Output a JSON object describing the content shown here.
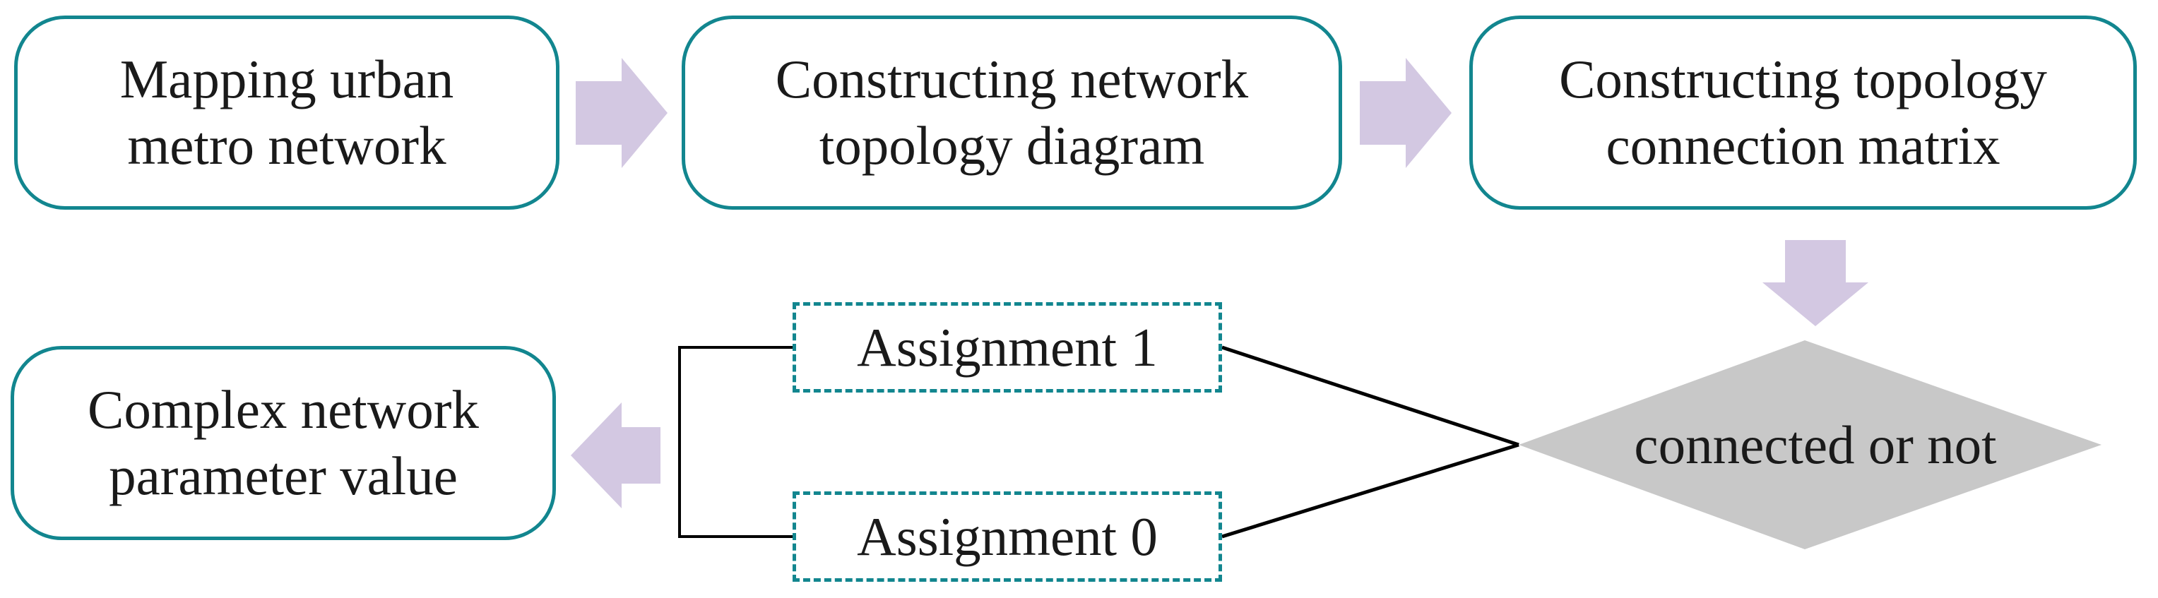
{
  "colors": {
    "box_border": "#12868f",
    "arrow_fill": "#d3c8e2",
    "diamond_fill": "#c8c8c8",
    "connector_line": "#000000",
    "text": "#1a1a1a"
  },
  "nodes": {
    "mapping": {
      "line1": "Mapping urban",
      "line2": "metro network"
    },
    "topology_diagram": {
      "line1": "Constructing network",
      "line2": "topology diagram"
    },
    "connection_matrix": {
      "line1": "Constructing topology",
      "line2": "connection matrix"
    },
    "decision": {
      "label": "connected or not"
    },
    "assignment_1": {
      "label": "Assignment 1"
    },
    "assignment_0": {
      "label": "Assignment 0"
    },
    "parameter_value": {
      "line1": "Complex network",
      "line2": "parameter value"
    }
  }
}
